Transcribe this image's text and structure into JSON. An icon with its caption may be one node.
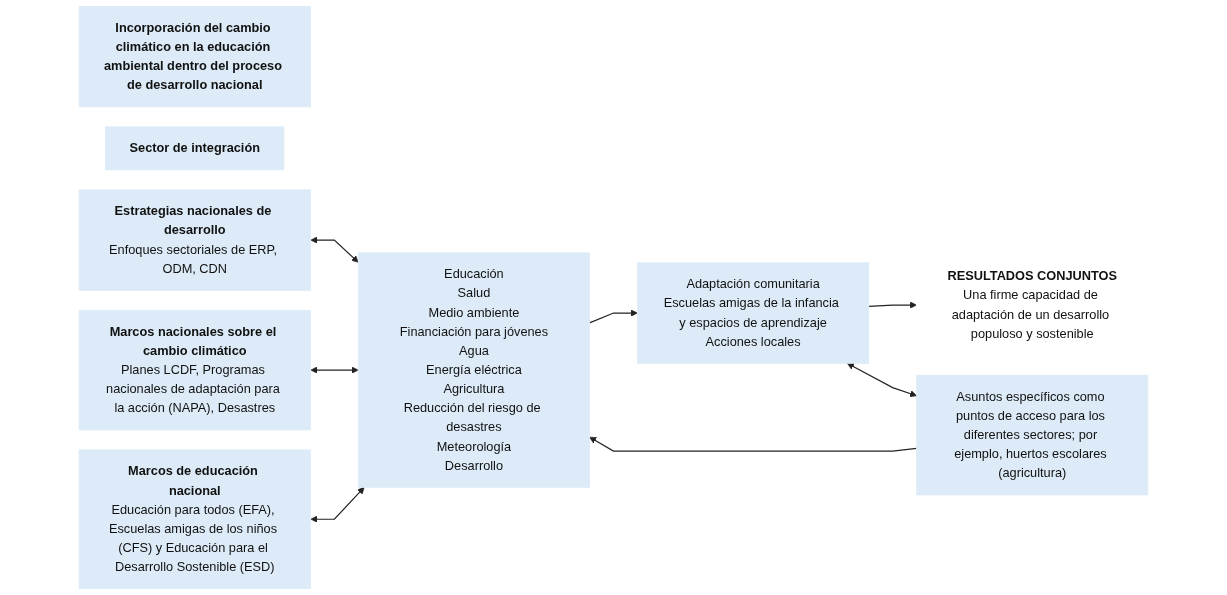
{
  "diagram": {
    "nodes": [
      {
        "text": [
          "Incorporación del cambio climático en la educación ambiental dentro del proceso de desarrollo nacional"
        ]
      },
      {
        "text": [
          "Sector de integración"
        ]
      },
      {
        "text": [
          "Estrategias nacionales de desarrollo",
          "Enfoques sectoriales de ERP, ODM, CDN"
        ]
      },
      {
        "text": [
          "Marcos nacionales sobre el cambio climático",
          "Planes LCDF, Programas nacionales de adaptación para la acción (NAPA), Desastres"
        ]
      },
      {
        "text": [
          "Marcos de educación nacional",
          "Educación para todos (EFA), Escuelas amigas de los niños (CFS) y Educación para el Desarrollo Sostenible (ESD)"
        ]
      },
      {
        "text": [
          "Educación",
          "Salud",
          "Medio ambiente",
          "Financiación para jóvenes",
          "Agua",
          "Energía eléctrica",
          "Agricultura",
          "Reducción del riesgo de desastres",
          "Meteorología",
          "Desarrollo"
        ]
      },
      {
        "text": [
          "Adaptación comunitaria",
          "Escuelas amigas de la infancia y espacios de aprendizaje",
          "Acciones locales"
        ]
      },
      {
        "text": [
          "RESULTADOS CONJUNTOS",
          "Una firme capacidad de adaptación de un desarrollo populoso y sostenible"
        ]
      },
      {
        "text": [
          "Asuntos específicos como puntos de acceso para los diferentes sectores; por ejemplo, huertos escolares (agricultura)"
        ]
      }
    ],
    "edges": [
      {
        "from": 2,
        "to": 5,
        "arrow": "both"
      },
      {
        "from": 3,
        "to": 5,
        "arrow": "both"
      },
      {
        "from": 4,
        "to": 5,
        "arrow": "both"
      },
      {
        "from": 5,
        "to": 6,
        "arrow": "to"
      },
      {
        "from": 6,
        "to": 7,
        "arrow": "to"
      },
      {
        "from": 6,
        "to": 8,
        "arrow": "both"
      },
      {
        "from": 8,
        "to": 5,
        "arrow": "to"
      }
    ]
  }
}
